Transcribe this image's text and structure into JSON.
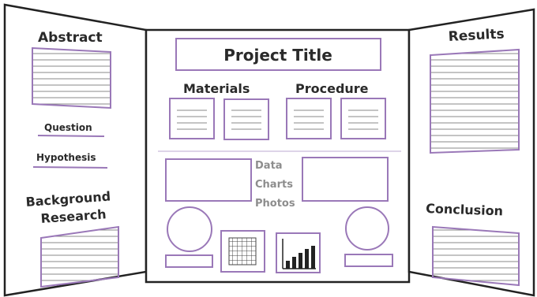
{
  "left_panel": {
    "abstract": "Abstract",
    "question": "Question",
    "hypothesis": "Hypothesis",
    "background_line1": "Background",
    "background_line2": "Research"
  },
  "center_panel": {
    "title": "Project Title",
    "materials": "Materials",
    "procedure": "Procedure",
    "data": "Data",
    "charts": "Charts",
    "photos": "Photos"
  },
  "right_panel": {
    "results": "Results",
    "conclusion": "Conclusion"
  },
  "colors": {
    "ink": "#2a2a2a",
    "accent": "#9a78b8",
    "label_gray": "#8d8d8d"
  }
}
